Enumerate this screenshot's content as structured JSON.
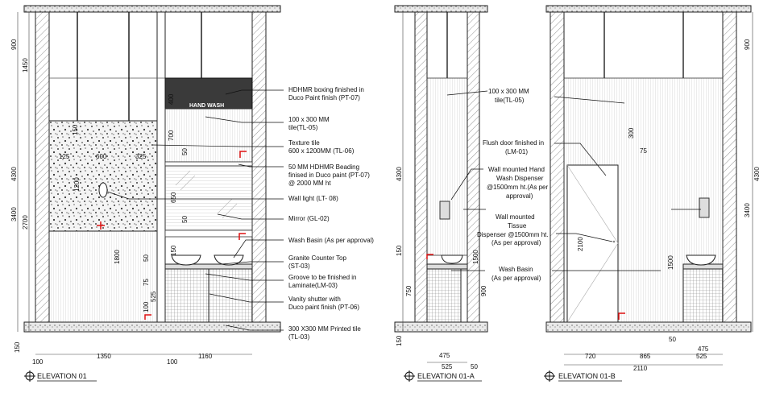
{
  "elevations": [
    {
      "key": "e1",
      "title": "ELEVATION 01"
    },
    {
      "key": "e1a",
      "title": "ELEVATION 01-A"
    },
    {
      "key": "e1b",
      "title": "ELEVATION 01-B"
    }
  ],
  "tags": {
    "hand_wash": "HAND WASH"
  },
  "notes_e1": [
    "HDHMR boxing finished in",
    "Duco Paint finish (PT-07)",
    "100 x 300 MM",
    "tile(TL-05)",
    "Texture tile",
    "600 x 1200MM (TL-06)",
    "50 MM HDHMR Beading",
    "finised in Duco paint (PT-07)",
    "@ 2000 MM ht",
    "Wall light (LT- 08)",
    "Mirror (GL-02)",
    "Wash Basin (As per approval)",
    "Granite Counter Top",
    "(ST-03)",
    "Groove to be finished in",
    "Laminate(LM-03)",
    "Vanity shutter with",
    "Duco paint finish (PT-06)",
    "300 X300 MM Printed tile",
    "(TL-03)"
  ],
  "notes_mid": [
    "100 x 300 MM",
    "tile(TL-05)",
    "Flush door finished in",
    "(LM-01)",
    "Wall mounted Hand",
    "Wash Dispenser",
    "@1500mm ht.(As per",
    "approval)",
    "Wall mounted",
    "Tissue",
    "Dispenser @1500mm ht.",
    "(As per approval)",
    "Wash Basin",
    "(As per approval)"
  ],
  "dims_e1": {
    "h900": "900",
    "h1450": "1450",
    "h4300": "4300",
    "h3400": "3400",
    "h2700": "2700",
    "h150": "150",
    "v400": "400",
    "v700": "700",
    "v50a": "50",
    "v650": "650",
    "v50b": "50",
    "v150": "150",
    "v1800": "1800",
    "v50c": "50",
    "v75": "75",
    "v525": "525",
    "v100": "100",
    "t150": "150",
    "t125": "125",
    "t600": "600",
    "t325": "325",
    "t1200": "1200",
    "b100a": "100",
    "b1350": "1350",
    "b100b": "100",
    "b1160": "1160"
  },
  "dims_e1a": {
    "h4300": "4300",
    "h150a": "150",
    "h750": "750",
    "h150b": "150",
    "v1500": "1500",
    "v900": "900",
    "b475": "475",
    "b525": "525",
    "b50": "50"
  },
  "dims_e1b": {
    "h900": "900",
    "h3400": "3400",
    "h4300": "4300",
    "v300": "300",
    "v75": "75",
    "v2100": "2100",
    "v1500": "1500",
    "b50": "50",
    "b475": "475",
    "b720": "720",
    "b865": "865",
    "b525": "525",
    "b2110": "2110"
  }
}
